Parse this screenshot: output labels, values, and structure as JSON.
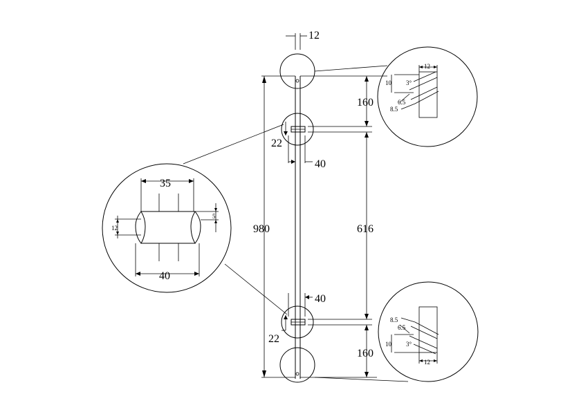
{
  "drawing": {
    "labels": {
      "top_width": "12",
      "total_height": "980",
      "top_segment": "160",
      "middle_segment": "616",
      "bottom_segment": "160",
      "upper_clamp_inner": "22",
      "upper_clamp_outer": "40",
      "lower_clamp_outer": "40",
      "lower_clamp_inner": "22"
    },
    "clamp_detail": {
      "top_width": "35",
      "bottom_width": "40",
      "groove_depth": "5",
      "thickness": "12"
    },
    "top_detail": {
      "width": "12",
      "depth": "10",
      "angle": "3°",
      "offset_a": "6.5",
      "offset_b": "8.5"
    },
    "bottom_detail": {
      "width": "12",
      "depth": "10",
      "angle": "3°",
      "offset_a": "6.5",
      "offset_b": "8.5"
    }
  }
}
